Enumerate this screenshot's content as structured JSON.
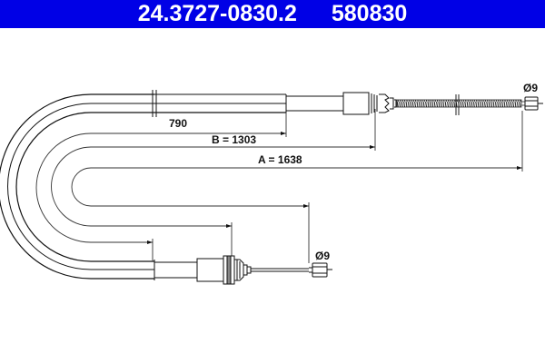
{
  "header": {
    "part_number": "24.3727-0830.2",
    "ref_number": "580830",
    "background_color": "#0000e6",
    "text_color": "#ffffff"
  },
  "dimensions": {
    "inner_length": "790",
    "b_length": "B = 1303",
    "a_length": "A = 1638"
  },
  "end_fittings": {
    "top_diameter": "Ø9",
    "bottom_diameter": "Ø9"
  }
}
